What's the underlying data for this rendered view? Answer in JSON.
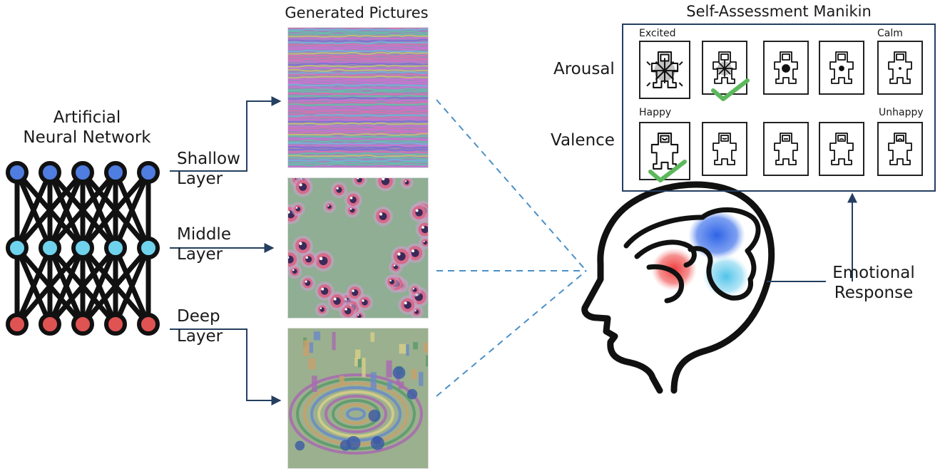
{
  "network": {
    "title_line1": "Artificial",
    "title_line2": "Neural Network",
    "colors": {
      "top": "#4f7de0",
      "middle": "#6fd3ee",
      "bottom": "#e05353"
    }
  },
  "layers": [
    {
      "line1": "Shallow",
      "line2": "Layer"
    },
    {
      "line1": "Middle",
      "line2": "Layer"
    },
    {
      "line1": "Deep",
      "line2": "Layer"
    }
  ],
  "pictures": {
    "title": "Generated Pictures"
  },
  "sam": {
    "title": "Self-Assessment Manikin",
    "arousal_label": "Arousal",
    "valence_label": "Valence",
    "arousal_left": "Excited",
    "arousal_right": "Calm",
    "valence_left": "Happy",
    "valence_right": "Unhappy",
    "arousal_selected": 2,
    "valence_selected": 1,
    "check_color": "#5cb85c"
  },
  "response": {
    "line1": "Emotional",
    "line2": "Response"
  }
}
